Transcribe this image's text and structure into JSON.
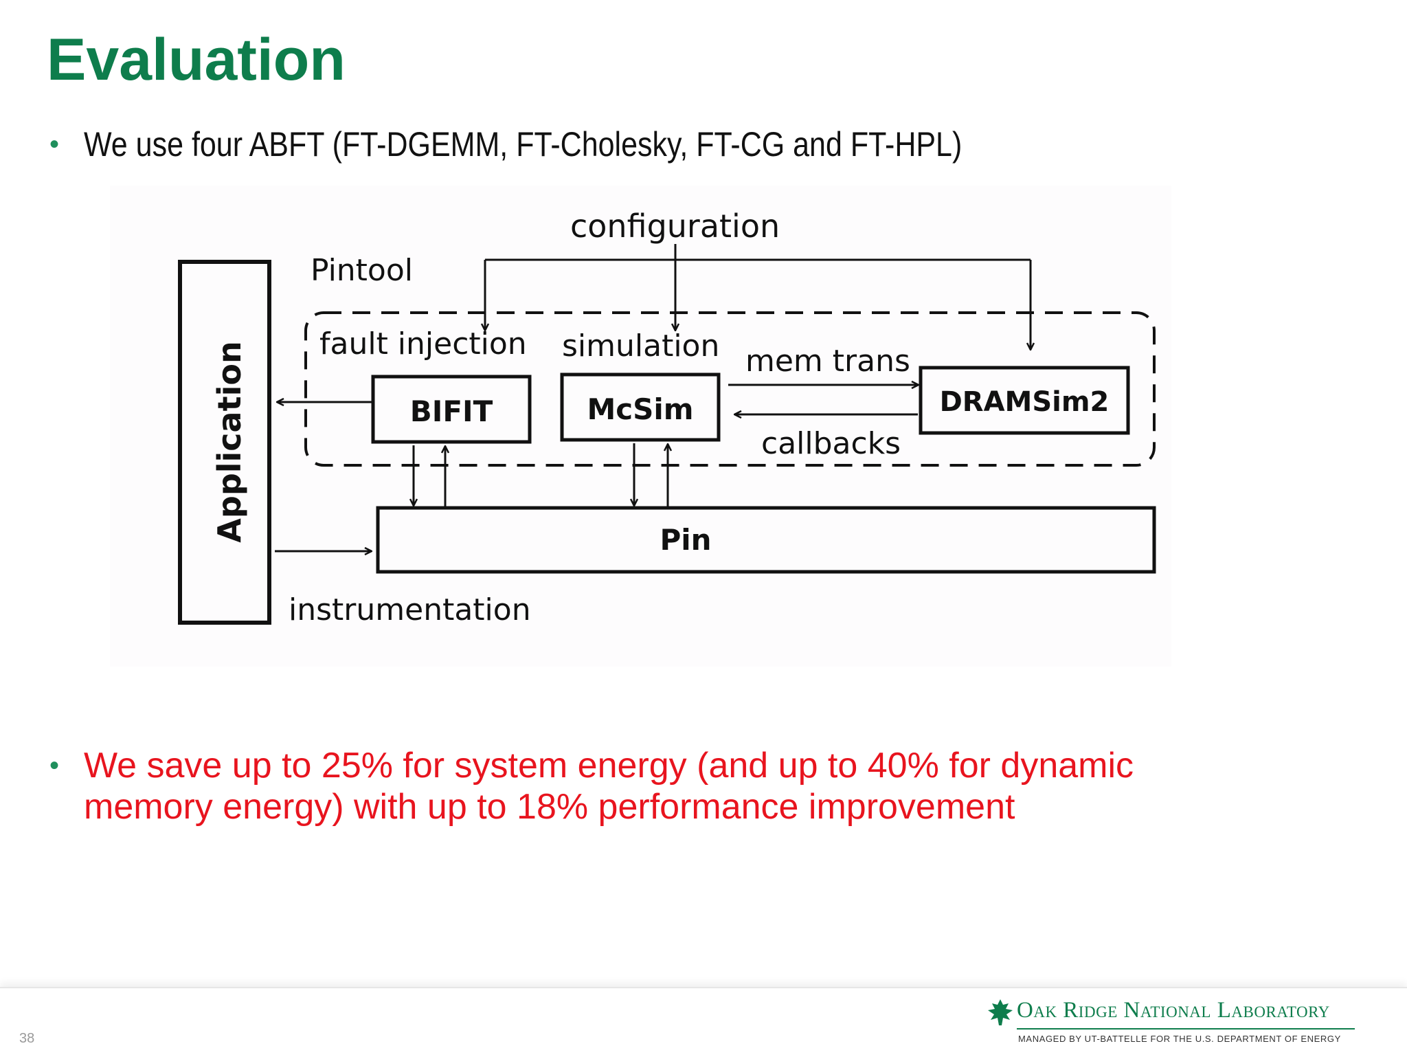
{
  "slide": {
    "title": "Evaluation",
    "bullet_1": "We use four ABFT (FT-DGEMM, FT-Cholesky, FT-CG and FT-HPL)",
    "bullet_2": "We save up to 25% for system energy (and up to 40% for dynamic memory energy) with up to 18% performance improvement",
    "page_number": "38"
  },
  "diagram": {
    "configuration_label": "configuration",
    "pintool_label": "Pintool",
    "application_label": "Application",
    "fault_injection_label": "fault injection",
    "simulation_label": "simulation",
    "mem_trans_label": "mem trans",
    "callbacks_label": "callbacks",
    "bifit_label": "BIFIT",
    "mcsim_label": "McSim",
    "dramsim_label": "DRAMSim2",
    "pin_label": "Pin",
    "instrumentation_label": "instrumentation"
  },
  "footer": {
    "lab_name": "Oak Ridge National Laboratory",
    "managed_by": "MANAGED BY UT-BATTELLE FOR THE U.S. DEPARTMENT OF ENERGY"
  },
  "colors": {
    "title_green": "#0e7d4c",
    "highlight_red": "#e8141e",
    "bullet_green": "#1f8f5c"
  }
}
